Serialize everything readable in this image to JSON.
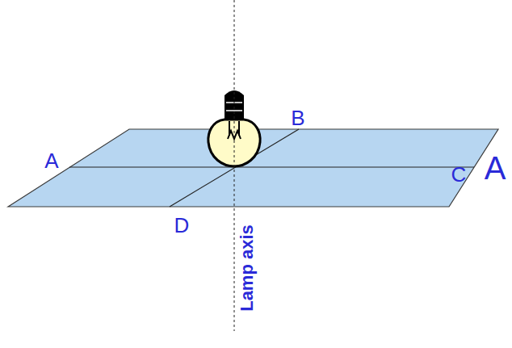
{
  "diagram": {
    "labels": [
      "A",
      "B",
      "C",
      "D",
      "Lamp axis",
      "A"
    ]
  }
}
